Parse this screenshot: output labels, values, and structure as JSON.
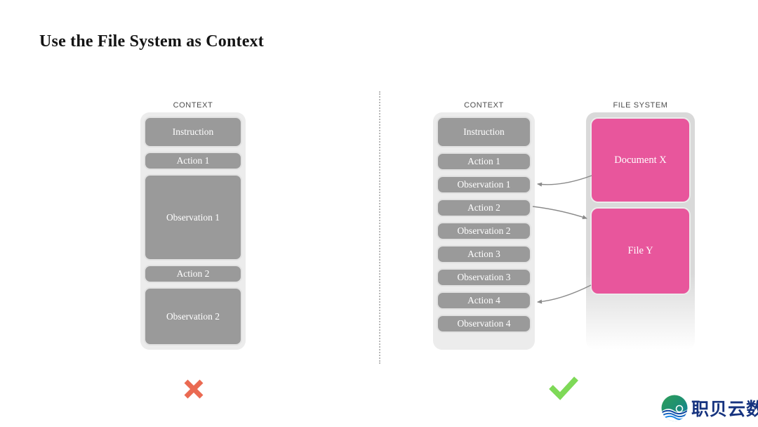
{
  "slide": {
    "title": "Use the File System as Context"
  },
  "panels": {
    "left": {
      "label": "CONTEXT",
      "verdict": "rejected",
      "blocks": [
        {
          "label": "Instruction"
        },
        {
          "label": "Action 1"
        },
        {
          "label": "Observation 1"
        },
        {
          "label": "Action 2"
        },
        {
          "label": "Observation 2"
        }
      ]
    },
    "right_context": {
      "label": "CONTEXT",
      "verdict": "approved",
      "blocks": [
        {
          "label": "Instruction"
        },
        {
          "label": "Action 1"
        },
        {
          "label": "Observation 1"
        },
        {
          "label": "Action 2"
        },
        {
          "label": "Observation 2"
        },
        {
          "label": "Action 3"
        },
        {
          "label": "Observation 3"
        },
        {
          "label": "Action 4"
        },
        {
          "label": "Observation 4"
        }
      ]
    },
    "filesystem": {
      "label": "FILE SYSTEM",
      "blocks": [
        {
          "label": "Document X"
        },
        {
          "label": "File Y"
        }
      ]
    }
  },
  "arrows": [
    {
      "from": "Document X",
      "to": "Observation 1"
    },
    {
      "from": "Action 2",
      "to": "File Y"
    },
    {
      "from": "File Y",
      "to": "Action 4"
    }
  ],
  "logo": {
    "text": "职贝云数"
  },
  "colors": {
    "block_gray": "#9a9a9a",
    "container_gray": "#ececec",
    "filesystem_container_gray": "#d9d9d9",
    "pink": "#e8569c",
    "label_gray": "#4d4d4d",
    "arrow_gray": "#8a8a8a",
    "cross_red": "#ea6a52",
    "check_green": "#7ed957",
    "logo_navy": "#16337f"
  }
}
